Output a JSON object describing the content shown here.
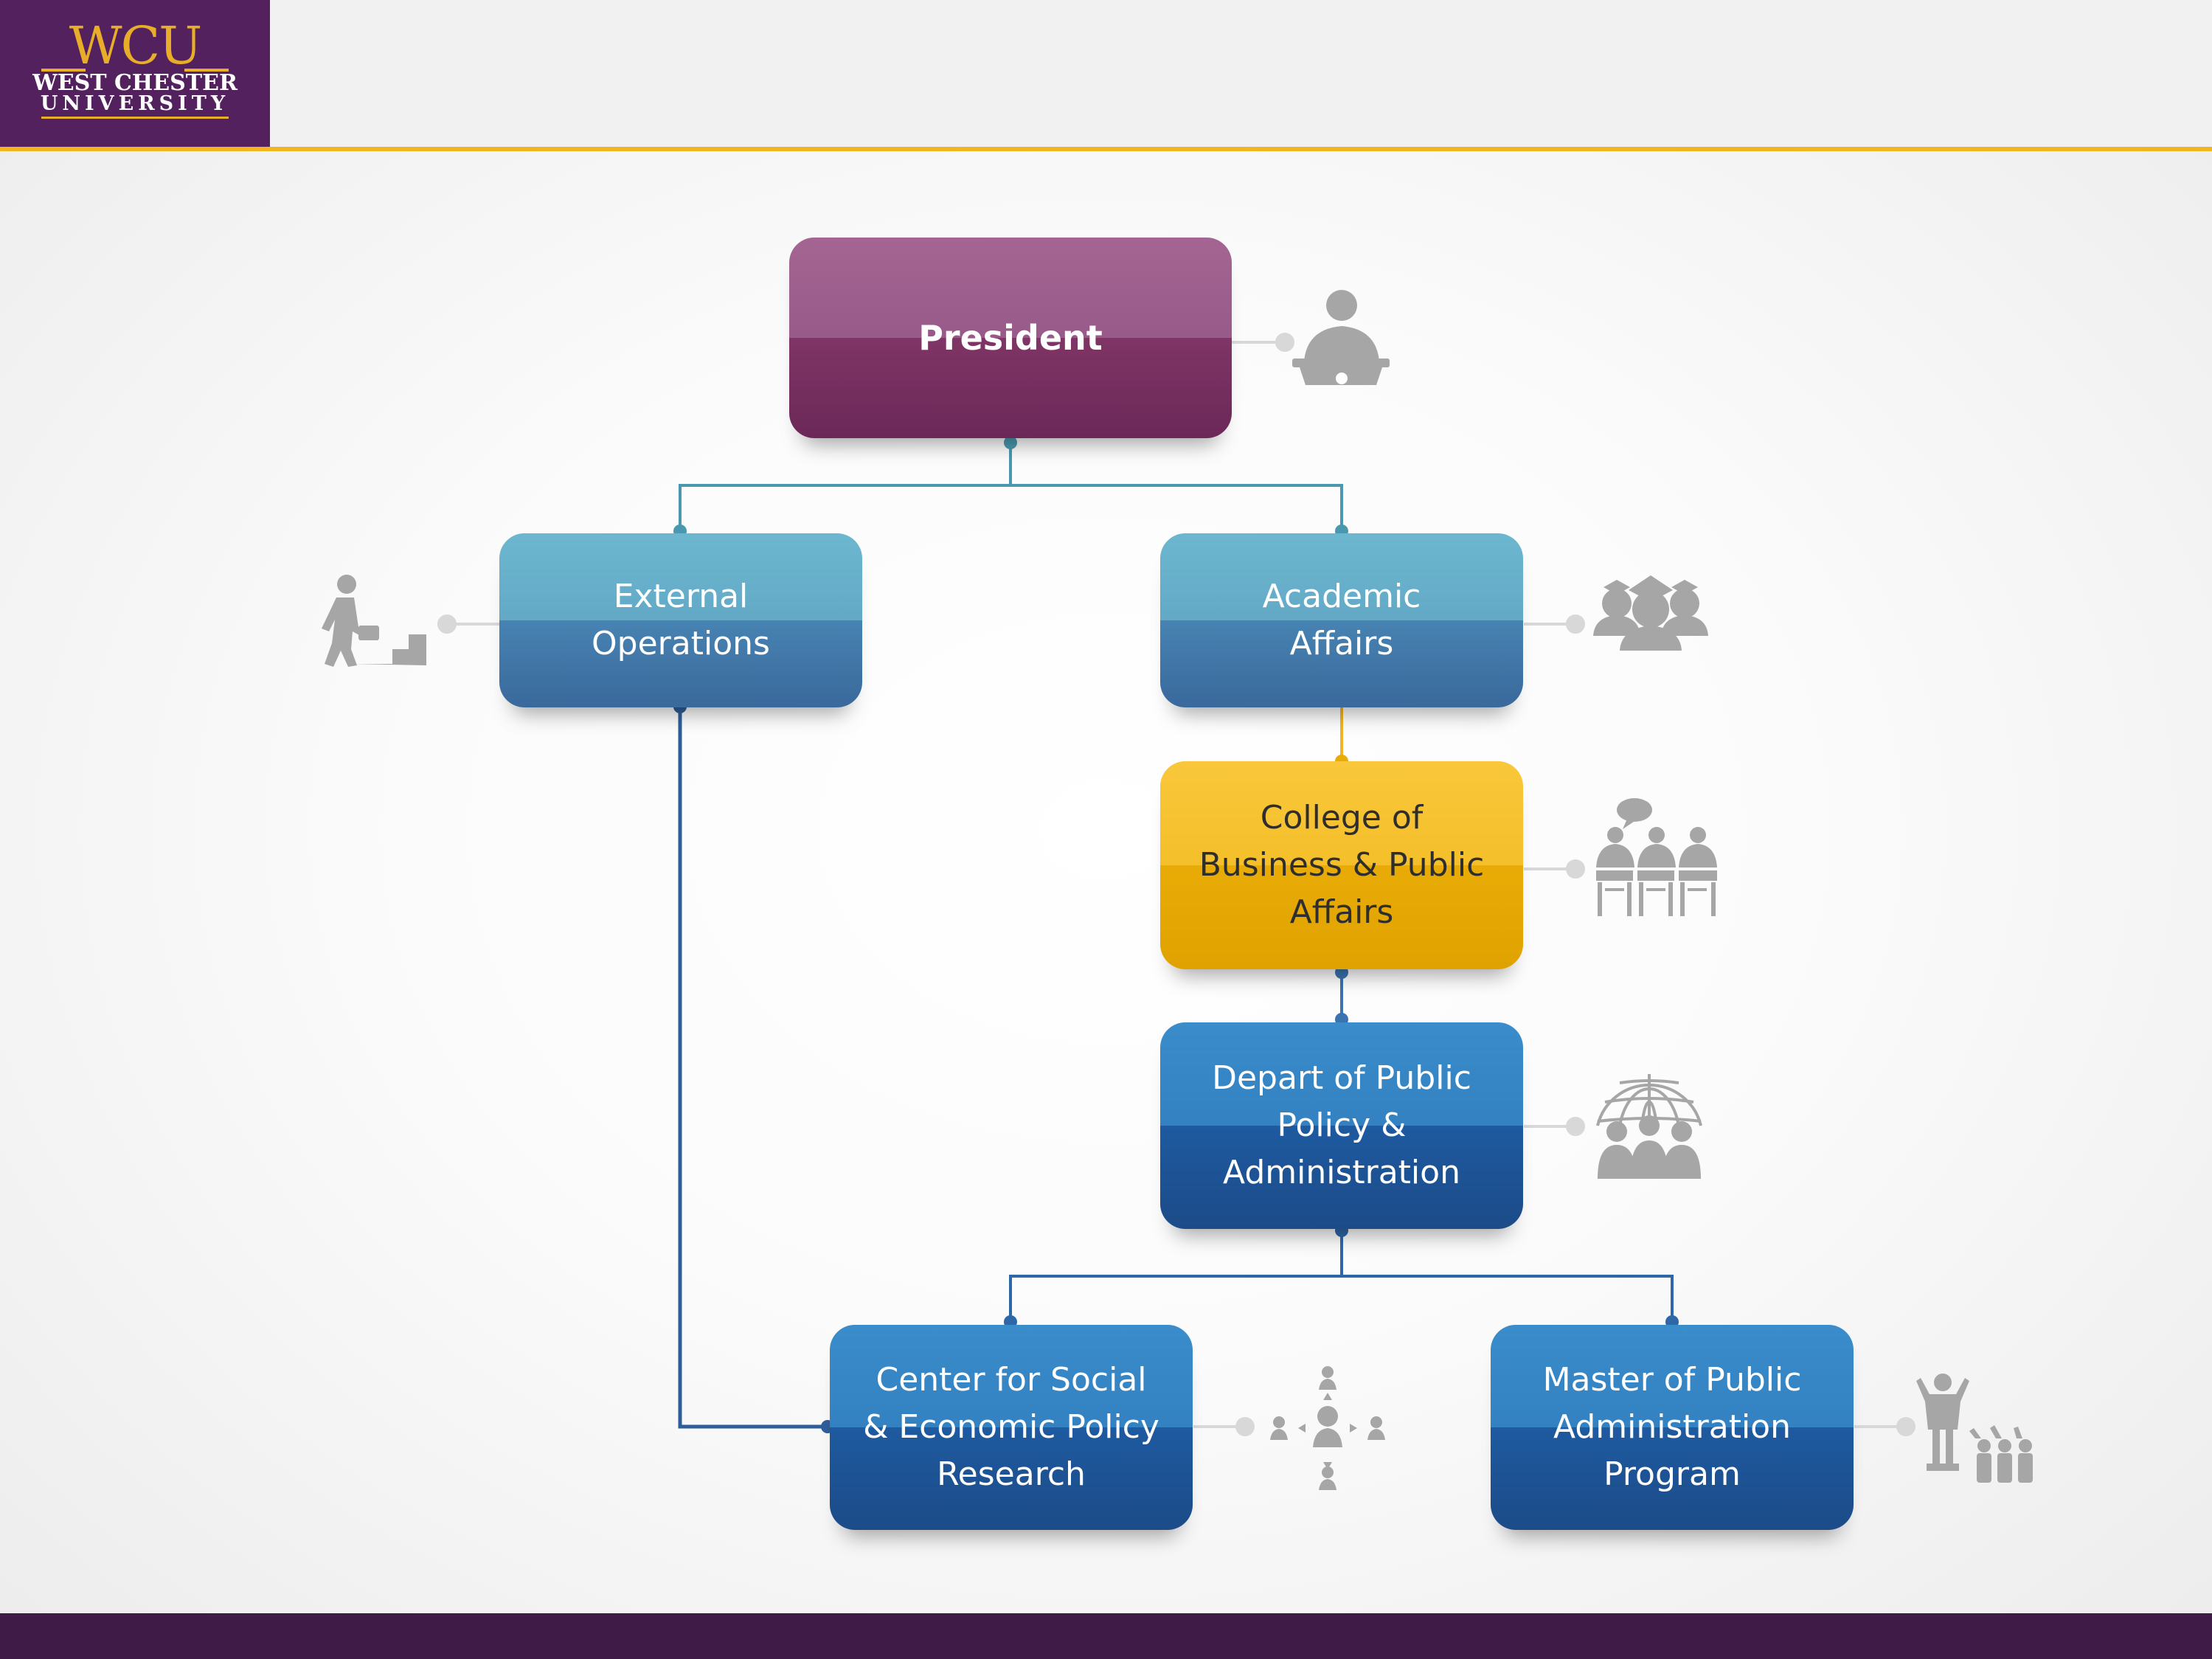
{
  "header": {
    "logo_wcu": "WCU",
    "logo_line1": "WEST CHESTER",
    "logo_line2": "UNIVERSITY"
  },
  "colors": {
    "purple": "#52215e",
    "gold": "#f2b522",
    "teal": "#4a8fbf",
    "navy": "#1e5aa0",
    "icon_gray": "#a6a6a6"
  },
  "nodes": {
    "president": "President",
    "external_operations": "External\nOperations",
    "academic_affairs": "Academic\nAffairs",
    "college": "College of\nBusiness & Public\nAffairs",
    "department": "Depart of Public\nPolicy &\nAdministration",
    "center": "Center for Social\n& Economic Policy\nResearch",
    "mpa": "Master of Public\nAdministration\nProgram"
  },
  "icons": {
    "president": "podium-speaker-icon",
    "external_operations": "climbing-stairs-briefcase-icon",
    "academic_affairs": "graduates-group-icon",
    "college": "classroom-students-icon",
    "department": "globe-people-icon",
    "center": "network-hub-people-icon",
    "mpa": "presenter-audience-icon"
  }
}
